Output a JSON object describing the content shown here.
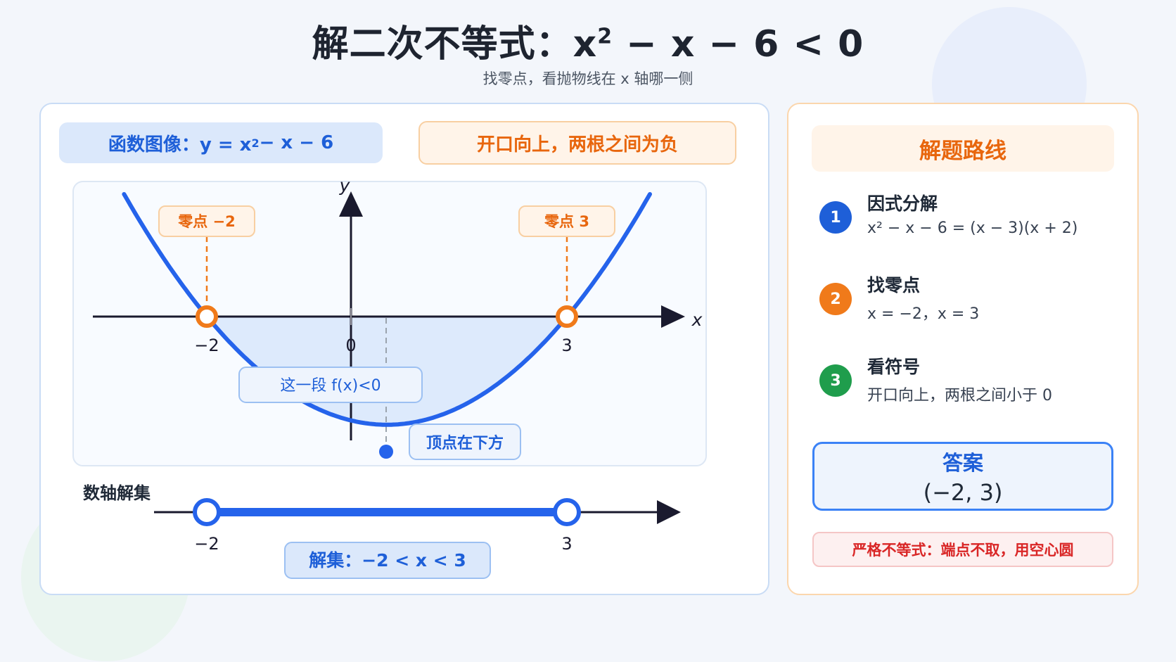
{
  "title": {
    "main": "解二次不等式：x",
    "sup": "2",
    "rest": " − x − 6 < 0"
  },
  "subtitle": "找零点，看抛物线在 x 轴哪一侧",
  "graph": {
    "func_label_pre": "函数图像：y = x",
    "func_label_sup": "2",
    "func_label_post": " − x − 6",
    "opening_label": "开口向上，两根之间为负",
    "y_axis": "y",
    "x_axis": "x",
    "zero_left_label": "零点 −2",
    "zero_right_label": "零点 3",
    "tick_left": "−2",
    "tick_origin": "0",
    "tick_right": "3",
    "segment_label": "这一段 f(x)<0",
    "vertex_label": "顶点在下方"
  },
  "number_line": {
    "title": "数轴解集",
    "tick_left": "−2",
    "tick_right": "3",
    "solution_label": "解集：−2 < x < 3"
  },
  "steps": {
    "title": "解题路线",
    "items": [
      {
        "num": "1",
        "title": "因式分解",
        "desc": "x² − x − 6 = (x − 3)(x + 2)"
      },
      {
        "num": "2",
        "title": "找零点",
        "desc": "x = −2，x = 3"
      },
      {
        "num": "3",
        "title": "看符号",
        "desc": "开口向上，两根之间小于 0"
      }
    ]
  },
  "answer": {
    "label": "答案",
    "value": "(−2, 3)"
  },
  "note": "严格不等式：端点不取，用空心圆",
  "colors": {
    "blue": "#1e5fd8",
    "orange": "#f07a1a",
    "green": "#1f9d4c",
    "red": "#d92626"
  }
}
